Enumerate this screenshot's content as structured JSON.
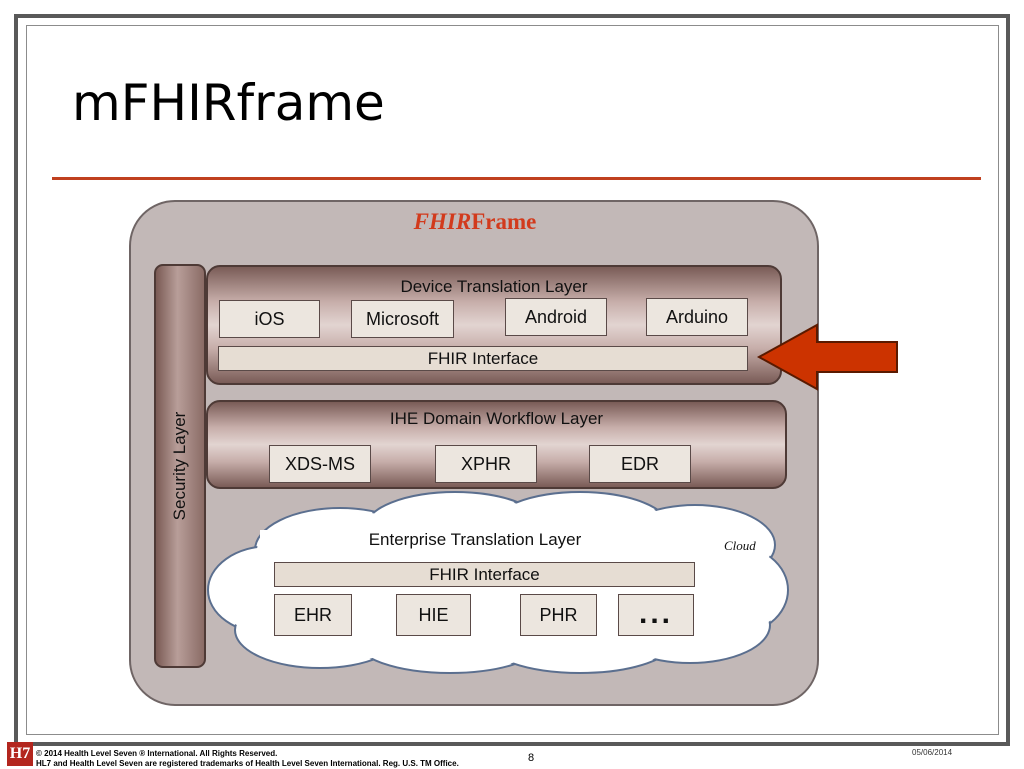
{
  "slide": {
    "title": "mFHIRframe",
    "page_number": "8",
    "date": "05/06/2014"
  },
  "diagram": {
    "framework_title_prefix": "FHIR",
    "framework_title_suffix": "Frame",
    "security_layer": "Security Layer",
    "device_layer": {
      "label": "Device Translation Layer",
      "boxes": [
        "iOS",
        "Microsoft",
        "Android",
        "Arduino"
      ],
      "interface": "FHIR Interface"
    },
    "ihe_layer": {
      "label": "IHE Domain Workflow Layer",
      "boxes": [
        "XDS-MS",
        "XPHR",
        "EDR"
      ]
    },
    "enterprise_layer": {
      "label": "Enterprise Translation Layer",
      "cloud_label": "Cloud",
      "interface": "FHIR Interface",
      "boxes": [
        "EHR",
        "HIE",
        "PHR",
        "..."
      ]
    }
  },
  "footer": {
    "copyright": "© 2014 Health Level Seven ® International. All Rights Reserved.",
    "trademark": "HL7 and Health Level Seven are registered trademarks of Health Level Seven International. Reg. U.S. TM Office.",
    "logo_text": "H7"
  },
  "colors": {
    "accent": "#c0401f",
    "arrow": "#cc3300",
    "title_red": "#d23a1c"
  }
}
